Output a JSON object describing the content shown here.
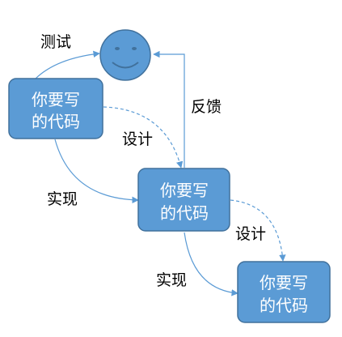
{
  "diagram": {
    "colors": {
      "box_fill": "#5b9bd5",
      "box_stroke": "#41719c",
      "edge": "#5b9bd5",
      "face_fill": "#5b9bd5",
      "face_stroke": "#41719c"
    },
    "icons": {
      "face": "smiley-face-icon"
    },
    "boxes": [
      {
        "line1": "你要写",
        "line2": "的代码"
      },
      {
        "line1": "你要写",
        "line2": "的代码"
      },
      {
        "line1": "你要写",
        "line2": "的代码"
      }
    ],
    "labels": {
      "test": "测试",
      "feedback": "反馈",
      "design_1": "设计",
      "implement_1": "实现",
      "design_2": "设计",
      "implement_2": "实现"
    }
  }
}
